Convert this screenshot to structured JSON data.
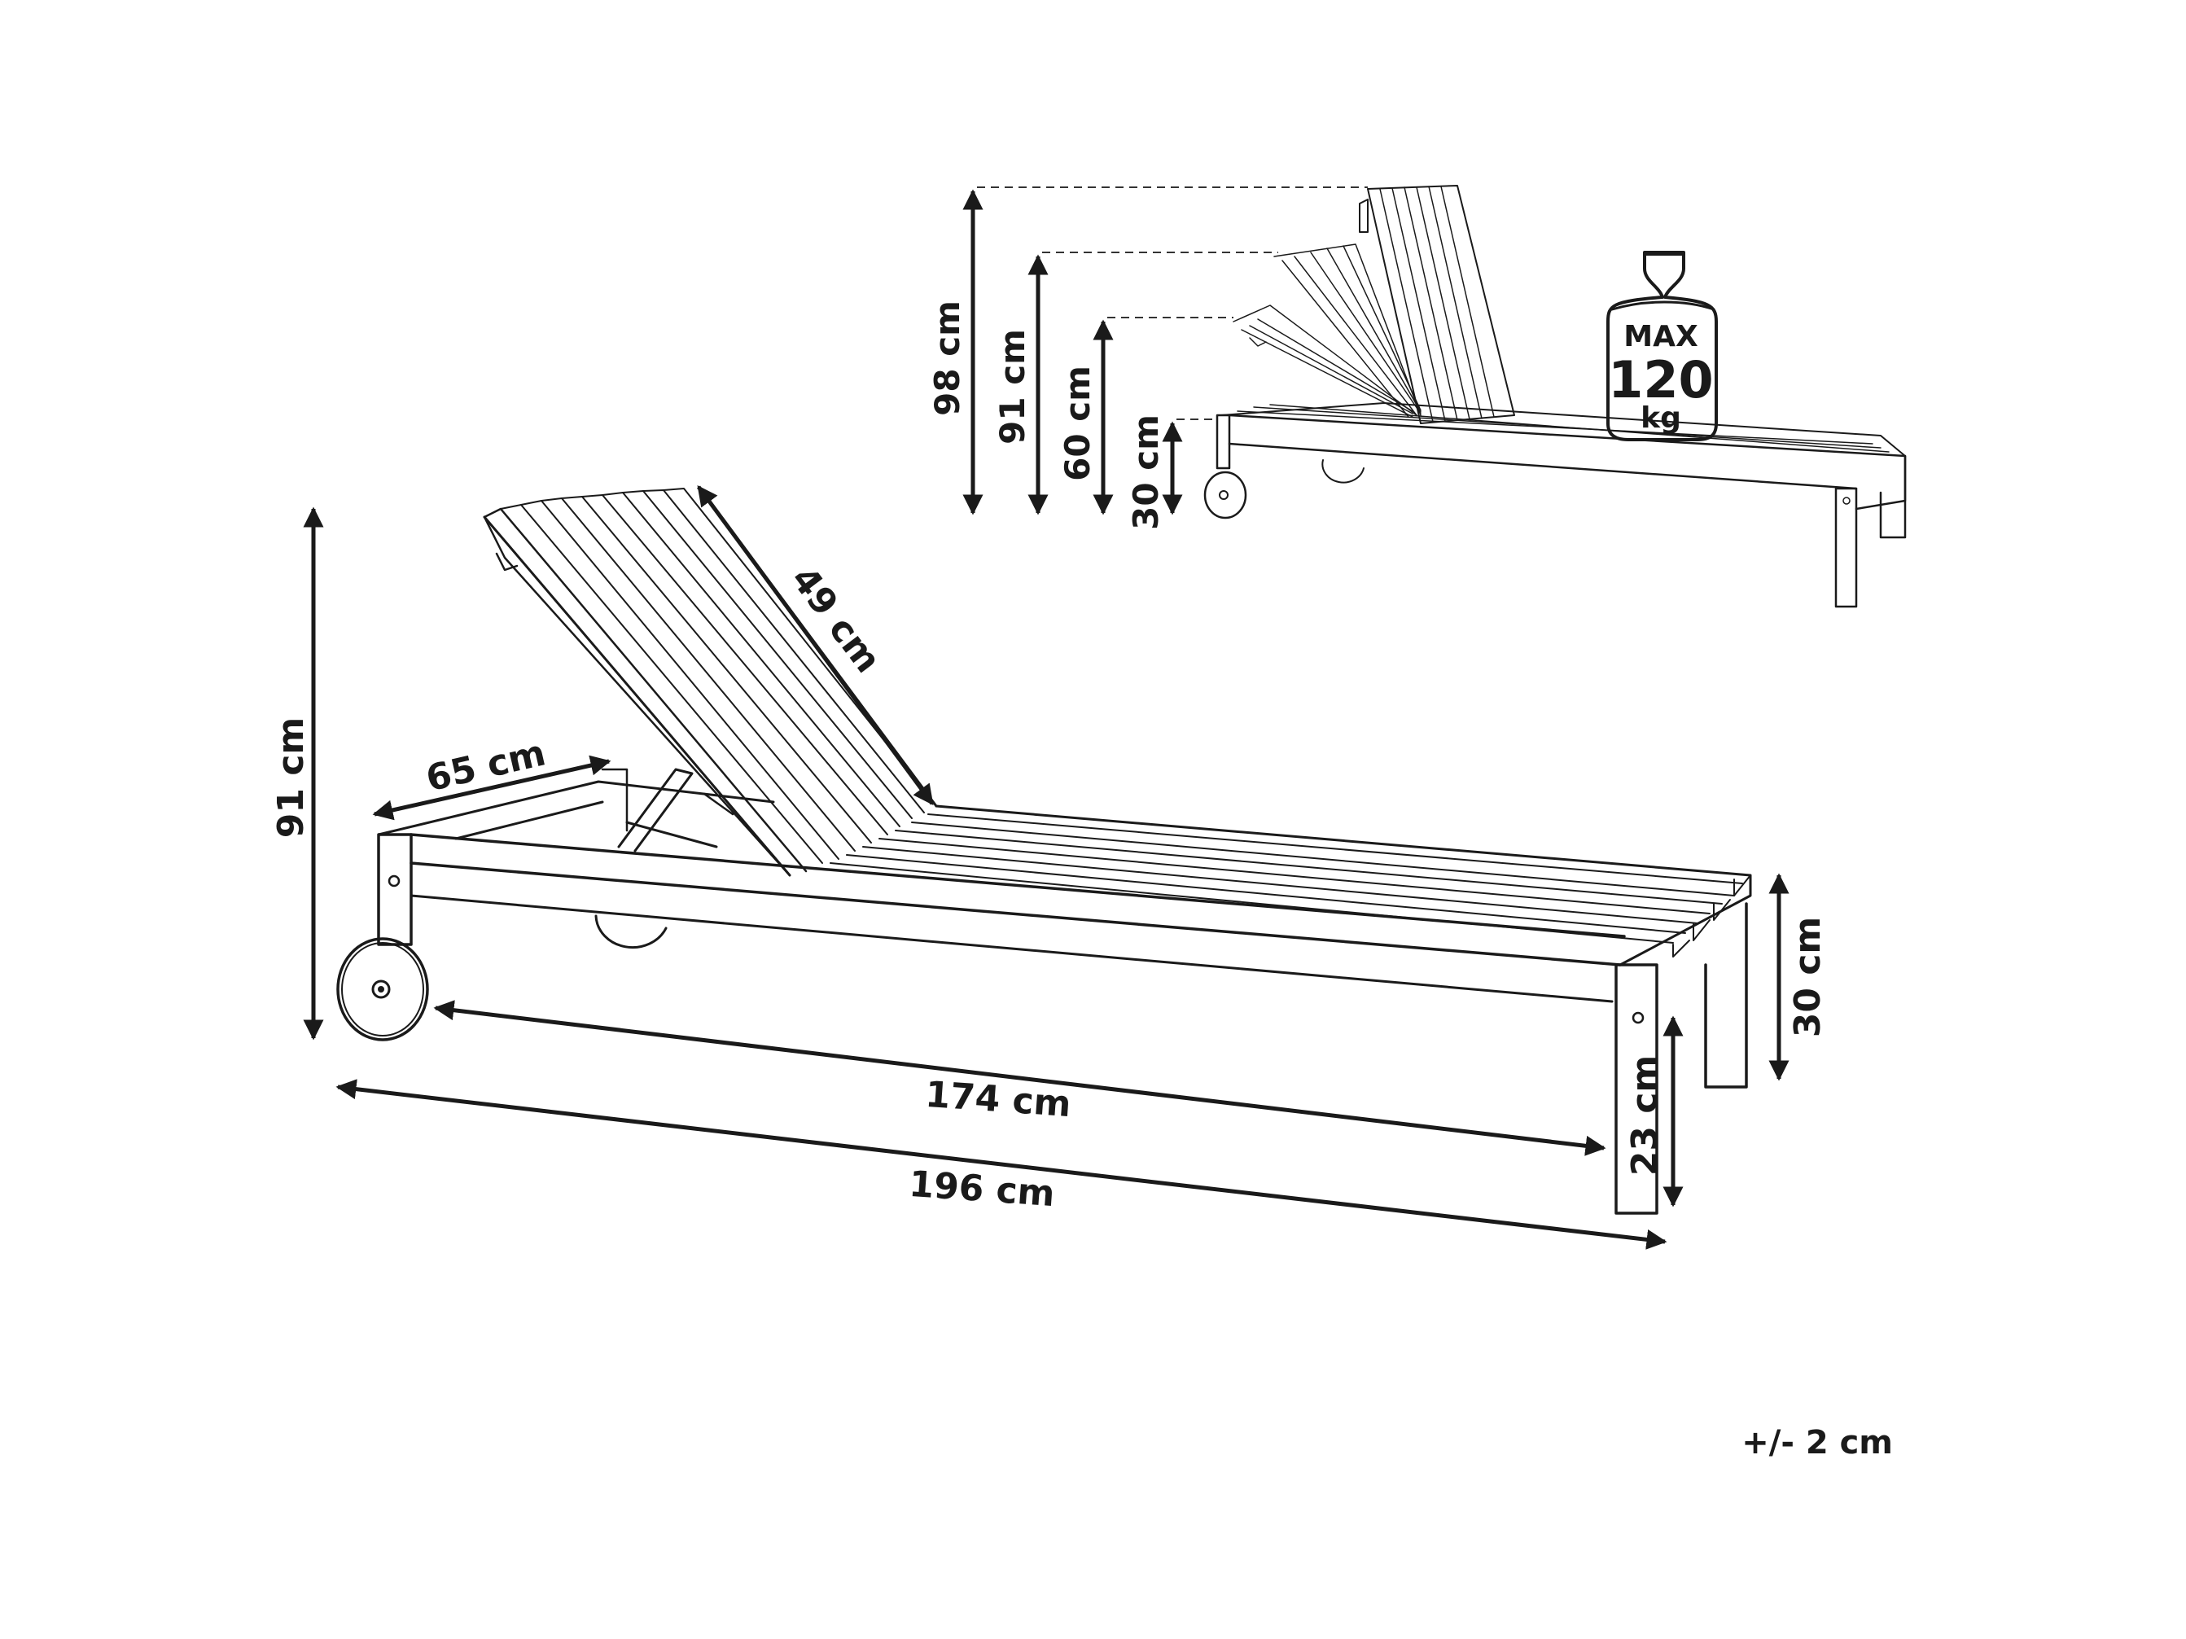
{
  "main_view": {
    "height_label": "91 cm",
    "backrest_label": "49 cm",
    "headrest_label": "65 cm",
    "inner_length_label": "174 cm",
    "total_length_label": "196 cm",
    "seat_height_label": "30 cm",
    "leg_height_label": "23 cm"
  },
  "detail_view": {
    "heights": [
      "98 cm",
      "91 cm",
      "60 cm",
      "30 cm"
    ]
  },
  "load_badge": {
    "line1": "MAX",
    "line2": "120",
    "line3": "kg"
  },
  "tolerance": "+/- 2 cm"
}
